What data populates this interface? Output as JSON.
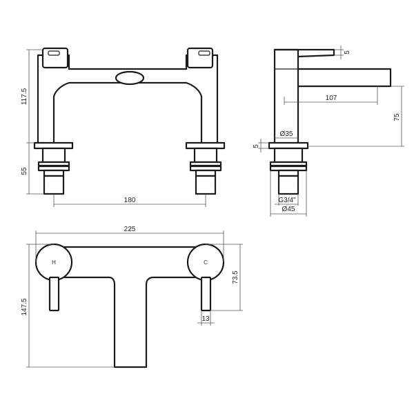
{
  "drawing": {
    "dimensions": {
      "front_body_height": "117.5",
      "front_base_height": "55",
      "centres": "180",
      "side_top_tab": "5",
      "spout_reach": "107",
      "spout_height": "75",
      "side_base_tab": "5",
      "pillar_diameter": "Ø35",
      "thread": "G3/4\"",
      "base_diameter": "Ø45",
      "overall_width": "225",
      "overall_depth": "147.5",
      "handle_offset": "73.5",
      "lever_width": "13"
    },
    "handle_marks": {
      "hot": "H",
      "cold": "C"
    }
  }
}
